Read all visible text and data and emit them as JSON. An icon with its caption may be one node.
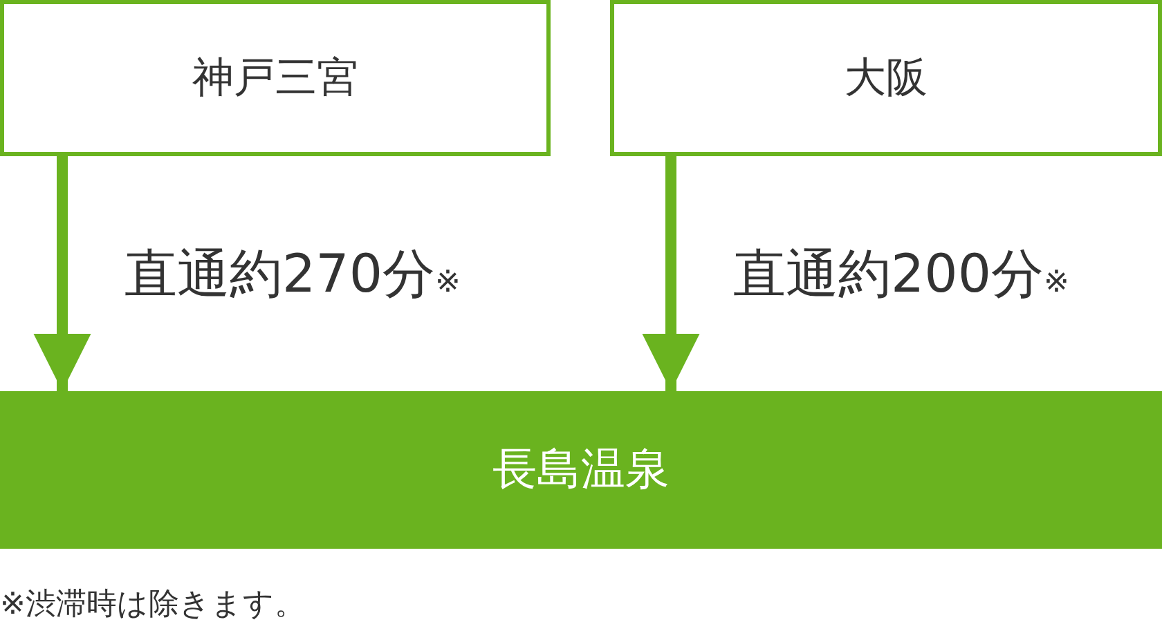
{
  "diagram": {
    "nodes": [
      {
        "text": [
          "神戸三宮"
        ]
      },
      {
        "text": [
          "大阪"
        ]
      },
      {
        "text": [
          "長島温泉"
        ]
      }
    ],
    "edges": [
      {
        "from": 0,
        "to": 2,
        "arrow": "to",
        "label": "直通約270分$_{※}$"
      },
      {
        "from": 1,
        "to": 2,
        "arrow": "to",
        "label": "直通約200分$_{※}$"
      }
    ],
    "labels": [
      "※渋滞時は除きます。"
    ]
  }
}
